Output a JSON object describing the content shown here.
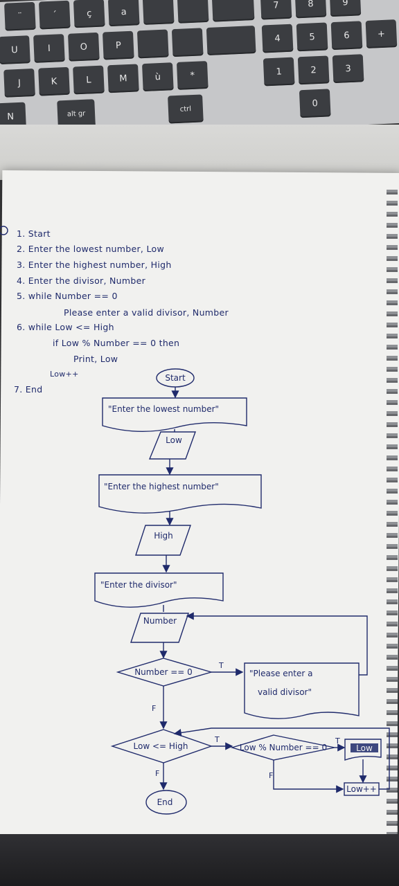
{
  "keyboard": {
    "row1": [
      "¨",
      "´",
      "ç",
      "a",
      "",
      "",
      "",
      "",
      "7",
      "8",
      "9"
    ],
    "row2": [
      "U",
      "I",
      "O",
      "P",
      "",
      "",
      "",
      "",
      "4",
      "5",
      "6",
      "+"
    ],
    "row3": [
      "J",
      "K",
      "L",
      "M",
      "ù",
      "*",
      "",
      "1",
      "2",
      "3"
    ],
    "row4": [
      "N",
      "",
      "",
      "",
      "",
      "",
      "0"
    ],
    "alt_gr": "alt gr",
    "ctrl": "ctrl"
  },
  "algorithm": {
    "lines": [
      "1. Start",
      "2. Enter the lowest number, Low",
      "3. Enter the highest number, High",
      "4. Enter the divisor, Number",
      "5. while Number == 0",
      "Please enter a valid divisor, Number",
      "6. while Low <= High",
      "if Low % Number == 0 then",
      "Print, Low",
      "Low++",
      "7. End"
    ]
  },
  "flowchart": {
    "start": "Start",
    "input_low_prompt": "\"Enter the lowest number\"",
    "input_low": "Low",
    "input_high_prompt": "\"Enter the highest number\"",
    "input_high": "High",
    "input_divisor_prompt": "\"Enter the divisor\"",
    "input_number": "Number",
    "decision_zero": "Number == 0",
    "error_msg_line1": "\"Please enter a",
    "error_msg_line2": "valid divisor\"",
    "decision_loop": "Low <= High",
    "decision_mod": "Low % Number == 0",
    "print_low": "Low",
    "increment": "Low++",
    "end": "End",
    "true_label": "T",
    "false_label": "F"
  },
  "colors": {
    "ink": "#1f2a6b",
    "paper": "#f1f1ef",
    "keyboard": "#c6c7c9",
    "keys": "#3b3d41"
  }
}
